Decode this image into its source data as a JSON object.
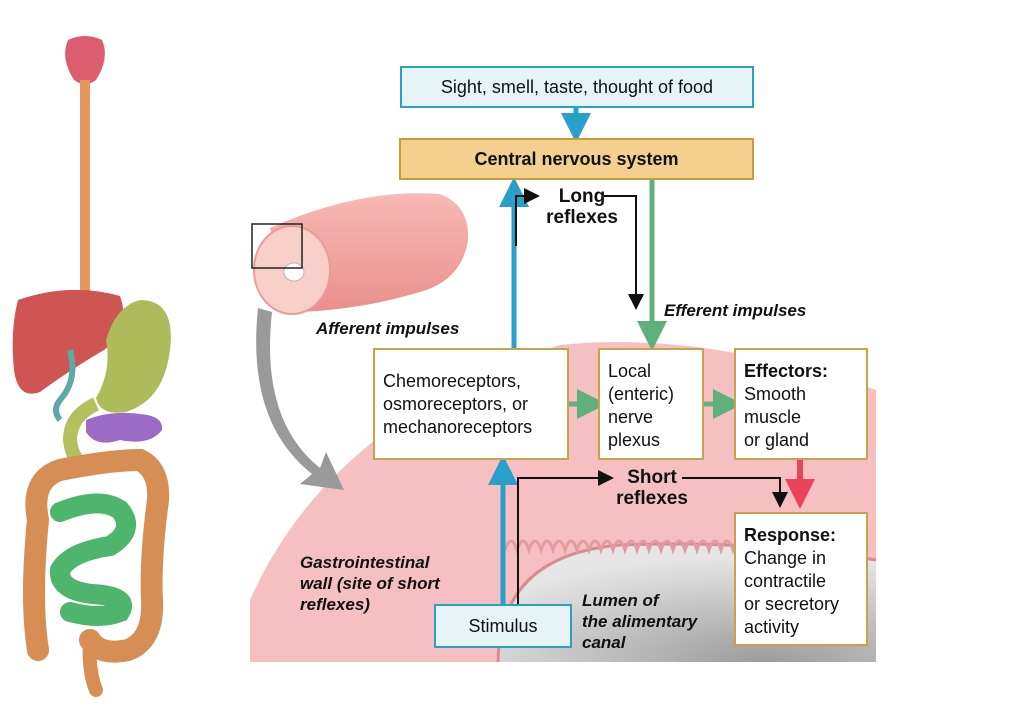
{
  "boxes": {
    "sensory_input": "Sight, smell, taste, thought of food",
    "cns": "Central nervous system",
    "receptors": [
      "Chemoreceptors,",
      "osmoreceptors, or",
      "mechanoreceptors"
    ],
    "enteric": [
      "Local",
      "(enteric)",
      "nerve",
      "plexus"
    ],
    "effectors_title": "Effectors:",
    "effectors": [
      "Smooth",
      "muscle",
      "or gland"
    ],
    "response_title": "Response:",
    "response": [
      "Change in",
      "contractile",
      "or secretory",
      "activity"
    ],
    "stimulus": "Stimulus"
  },
  "labels": {
    "long_reflexes": [
      "Long",
      "reflexes"
    ],
    "short_reflexes": [
      "Short",
      "reflexes"
    ],
    "afferent": "Afferent impulses",
    "efferent": "Efferent impulses",
    "gi_wall": [
      "Gastrointestinal",
      "wall (site of short",
      "reflexes)"
    ],
    "lumen": [
      "Lumen of",
      "the alimentary",
      "canal"
    ]
  },
  "colors": {
    "afferent_arrow": "#2a9fc7",
    "efferent_arrow": "#5fb07a",
    "response_arrow": "#e8455a",
    "gi_wall": "#f6c0c2",
    "cns_fill": "#f5cf8e"
  }
}
